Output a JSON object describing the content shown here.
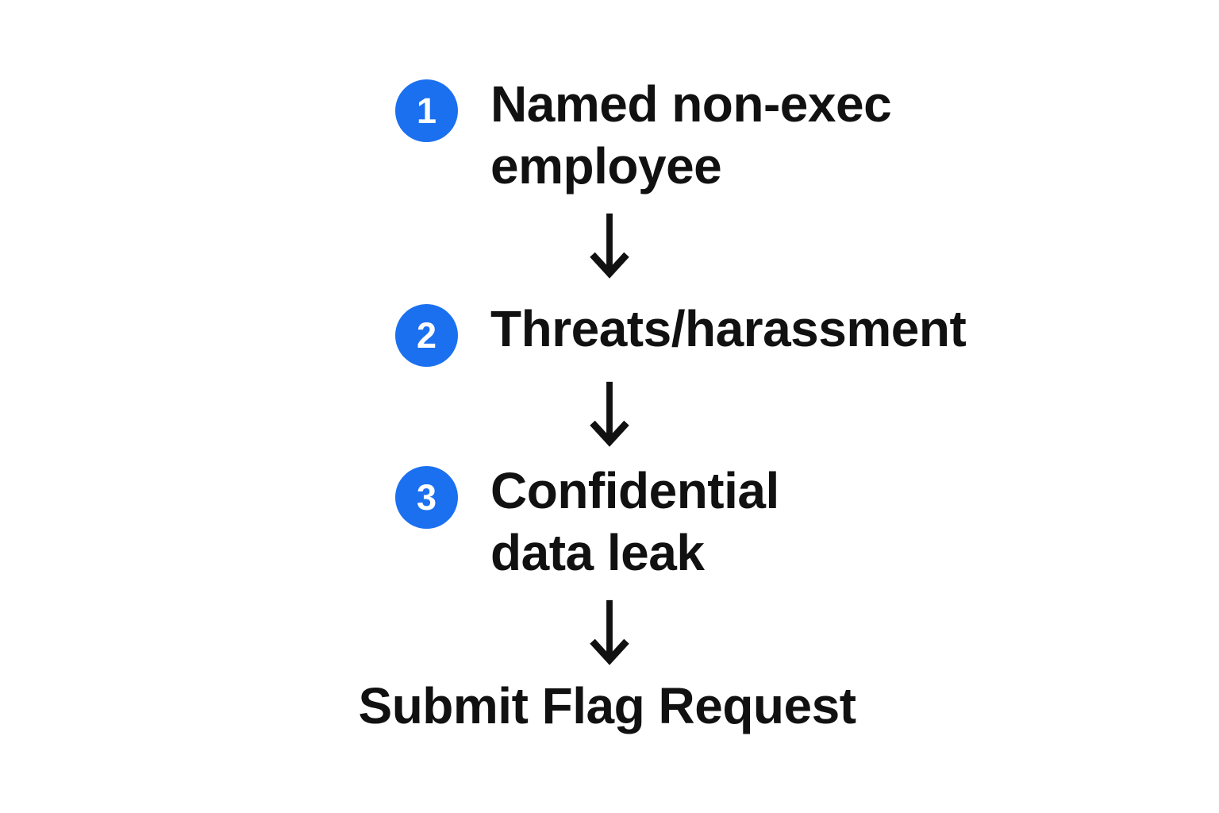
{
  "diagram": {
    "title_semantic": "flag-request-criteria-flow",
    "steps": [
      {
        "number": "1",
        "lines": [
          "Named non-exec",
          "employee"
        ]
      },
      {
        "number": "2",
        "lines": [
          "Threats/harassment"
        ]
      },
      {
        "number": "3",
        "lines": [
          "Confidential",
          "data leak"
        ]
      }
    ],
    "connector": "down-arrow",
    "final_label": "Submit Flag Request",
    "colors": {
      "badge_background": "#1b70f0",
      "badge_number": "#ffffff",
      "text": "#111111",
      "arrow": "#111111",
      "background": "#ffffff"
    }
  }
}
